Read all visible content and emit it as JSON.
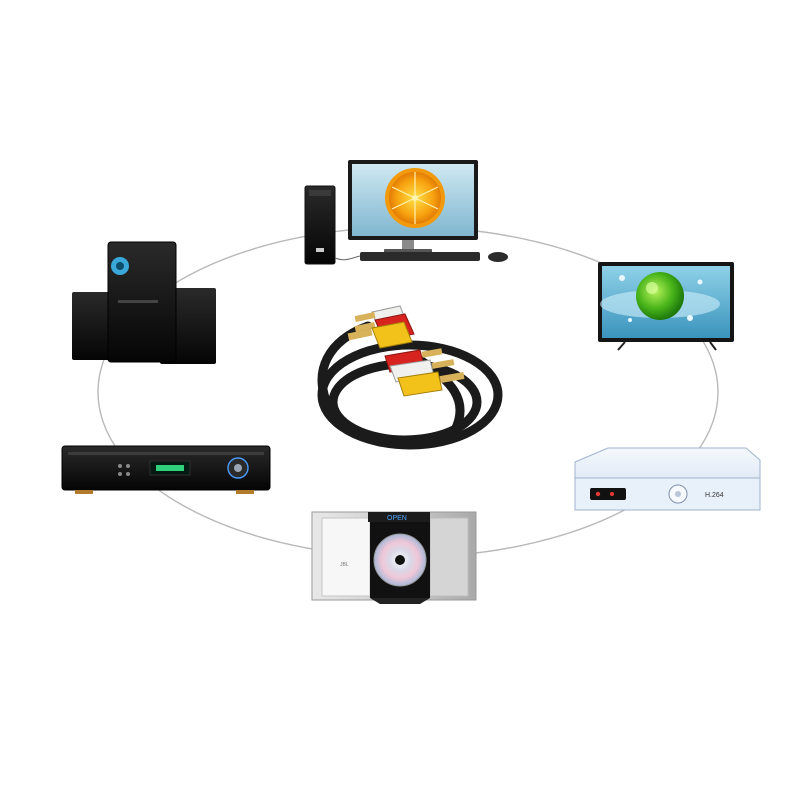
{
  "scene": {
    "background": "#ffffff",
    "ring_color": "#b9b9b9"
  },
  "devices": [
    {
      "name": "desktop-computer",
      "screen_subject": "orange-slice"
    },
    {
      "name": "flat-tv",
      "screen_subject": "green-apple-splash"
    },
    {
      "name": "set-top-box",
      "label": "H.264"
    },
    {
      "name": "cd-player",
      "display_text": "OPEN",
      "speaker_brand": "JBL"
    },
    {
      "name": "av-receiver"
    },
    {
      "name": "speaker-system"
    }
  ],
  "cable": {
    "plug_colors": [
      "#d8241f",
      "#f0f0ee",
      "#f2c21b"
    ]
  }
}
